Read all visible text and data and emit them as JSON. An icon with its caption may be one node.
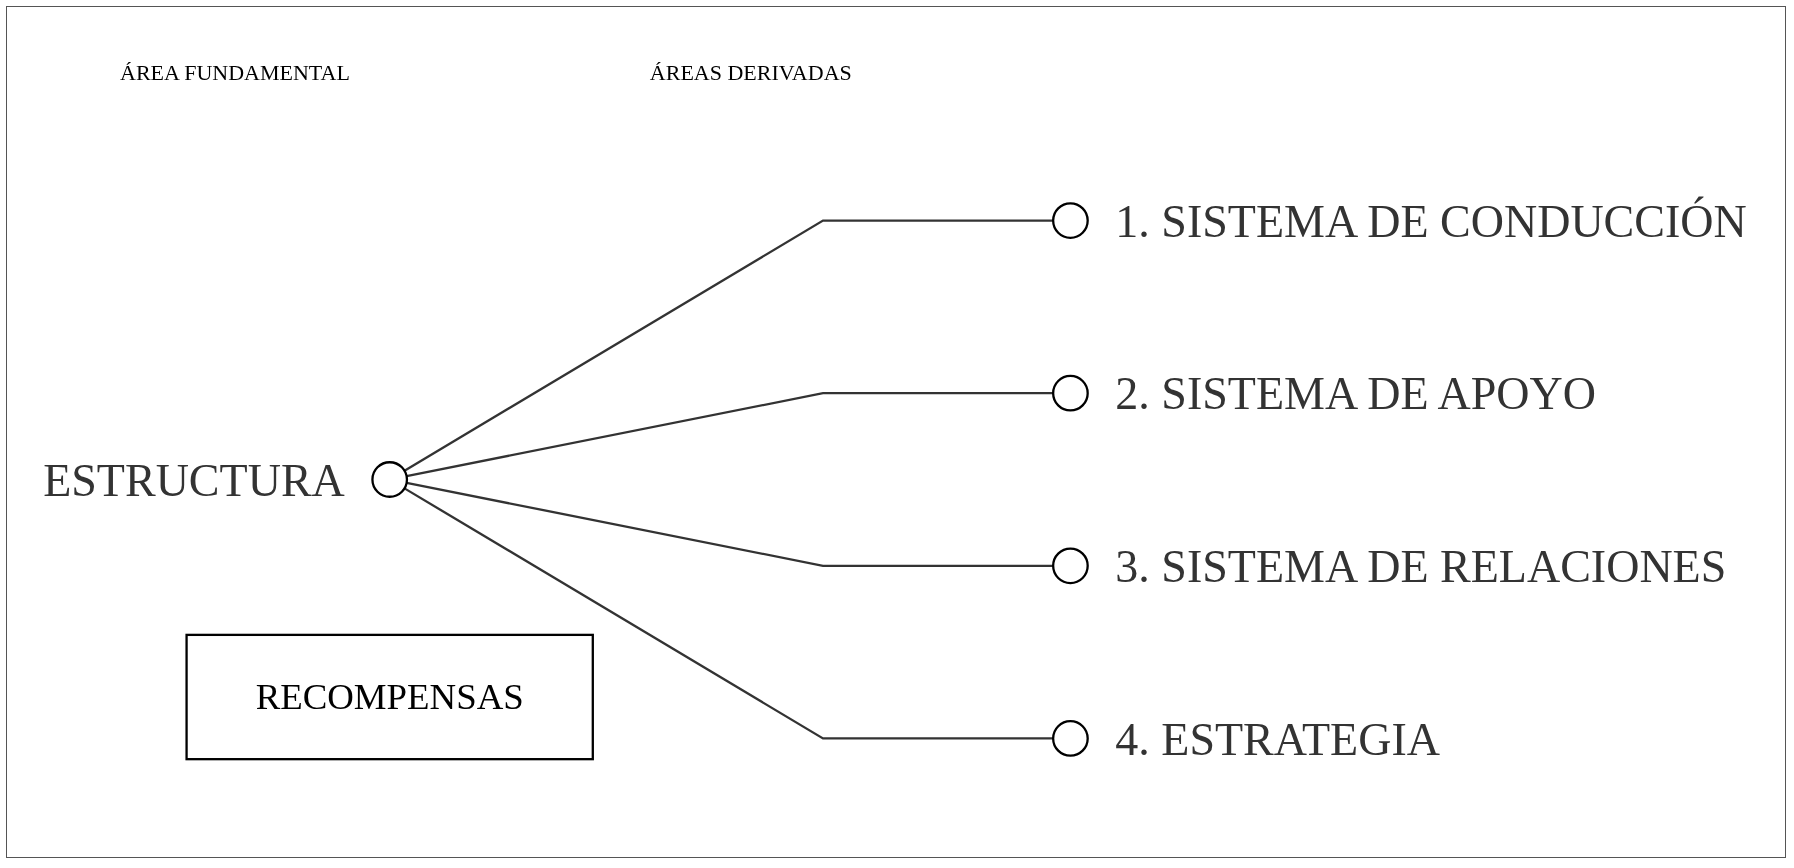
{
  "diagram": {
    "nodes": [
      {
        "text": [],
        "shape": "circle",
        "beside": [
          "ESTRUCTURA"
        ]
      },
      {
        "text": [],
        "shape": "circle",
        "beside": [
          "1. SISTEMA DE CONDUCCIÓN"
        ]
      },
      {
        "text": [],
        "shape": "circle",
        "beside": [
          "2. SISTEMA DE APOYO"
        ]
      },
      {
        "text": [],
        "shape": "circle",
        "beside": [
          "3. SISTEMA DE RELACIONES"
        ]
      },
      {
        "text": [],
        "shape": "circle",
        "beside": [
          "4. ESTRATEGIA"
        ]
      },
      {
        "text": [
          "RECOMPENSAS"
        ]
      }
    ],
    "edges": [
      {
        "from": 0,
        "to": 1,
        "arrow": "none"
      },
      {
        "from": 0,
        "to": 2,
        "arrow": "none"
      },
      {
        "from": 0,
        "to": 3,
        "arrow": "none"
      },
      {
        "from": 0,
        "to": 4,
        "arrow": "none"
      }
    ],
    "labels": [
      "ÁREA FUNDAMENTAL",
      "ÁREAS DERIVADAS"
    ]
  }
}
